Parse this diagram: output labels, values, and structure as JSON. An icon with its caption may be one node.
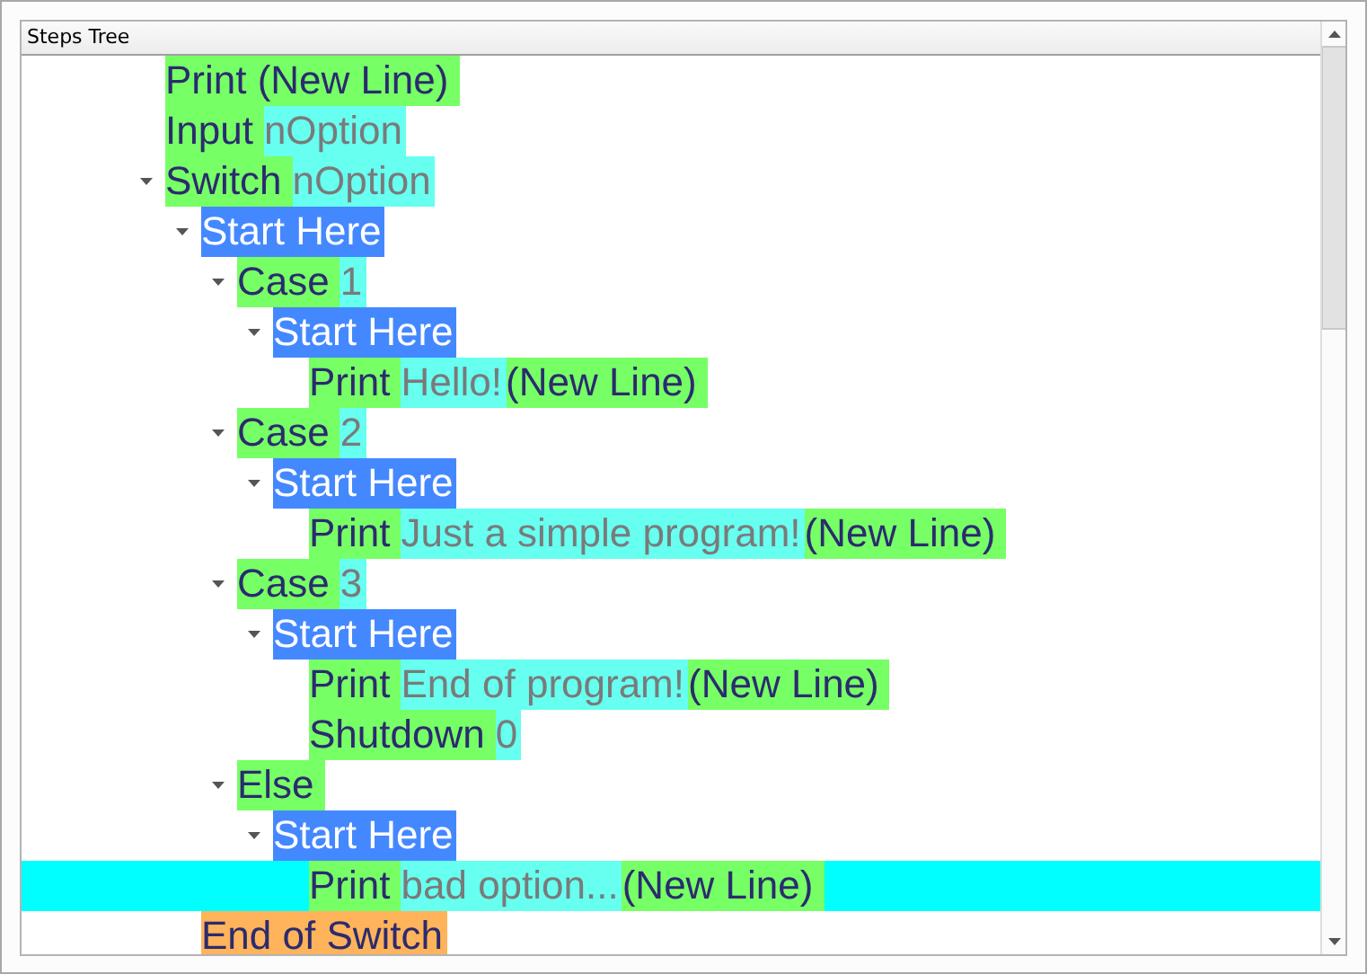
{
  "diagram": {
    "title": "Steps Tree",
    "nodes": [
      {
        "text": [
          "Print (New Line)"
        ]
      },
      {
        "text": [
          "Input",
          "nOption"
        ]
      },
      {
        "text": [
          "Switch",
          "nOption"
        ]
      },
      {
        "text": [
          "Start Here"
        ]
      },
      {
        "text": [
          "Case",
          "1"
        ]
      },
      {
        "text": [
          "Start Here"
        ]
      },
      {
        "text": [
          "Print",
          "Hello!",
          "(New Line)"
        ]
      },
      {
        "text": [
          "Case",
          "2"
        ]
      },
      {
        "text": [
          "Start Here"
        ]
      },
      {
        "text": [
          "Print",
          "Just a simple program!",
          "(New Line)"
        ]
      },
      {
        "text": [
          "Case",
          "3"
        ]
      },
      {
        "text": [
          "Start Here"
        ]
      },
      {
        "text": [
          "Print",
          "End of program!",
          "(New Line)"
        ]
      },
      {
        "text": [
          "Shutdown",
          "0"
        ]
      },
      {
        "text": [
          "Else"
        ]
      },
      {
        "text": [
          "Start Here"
        ]
      },
      {
        "text": [
          "Print",
          "bad option...",
          "(New Line)"
        ]
      },
      {
        "text": [
          "End of Switch"
        ]
      }
    ]
  }
}
